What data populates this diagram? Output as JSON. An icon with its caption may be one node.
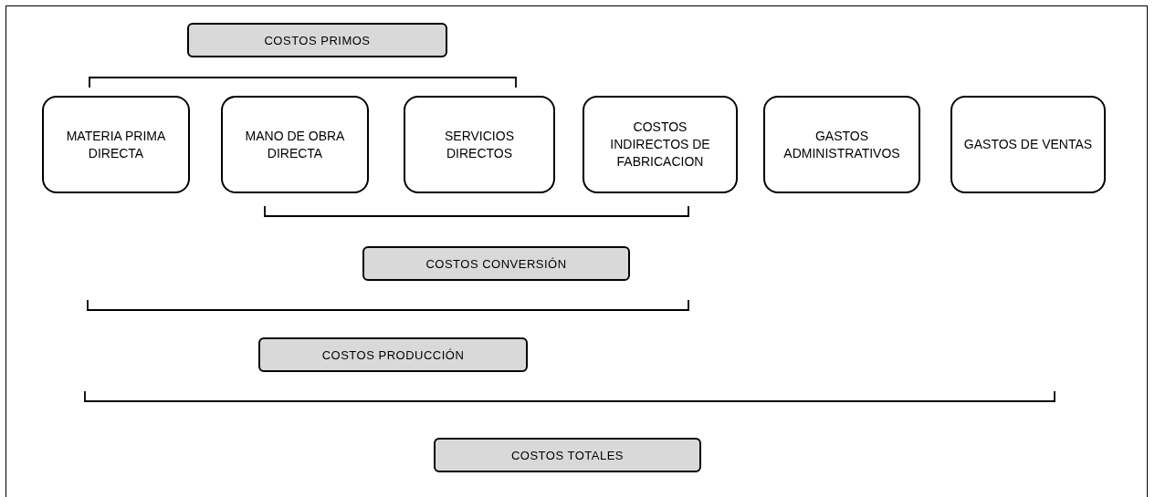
{
  "diagram": {
    "nodes": [
      {
        "text": [
          "COSTOS PRIMOS"
        ]
      },
      {
        "text": [
          "MATERIA PRIMA DIRECTA"
        ]
      },
      {
        "text": [
          "MANO DE OBRA DIRECTA"
        ]
      },
      {
        "text": [
          "SERVICIOS DIRECTOS"
        ]
      },
      {
        "text": [
          "COSTOS INDIRECTOS DE FABRICACION"
        ]
      },
      {
        "text": [
          "GASTOS ADMINISTRATIVOS"
        ]
      },
      {
        "text": [
          "GASTOS DE VENTAS"
        ]
      },
      {
        "text": [
          "COSTOS CONVERSIÓN"
        ]
      },
      {
        "text": [
          "COSTOS PRODUCCIÓN"
        ]
      },
      {
        "text": [
          "COSTOS TOTALES"
        ]
      }
    ]
  }
}
